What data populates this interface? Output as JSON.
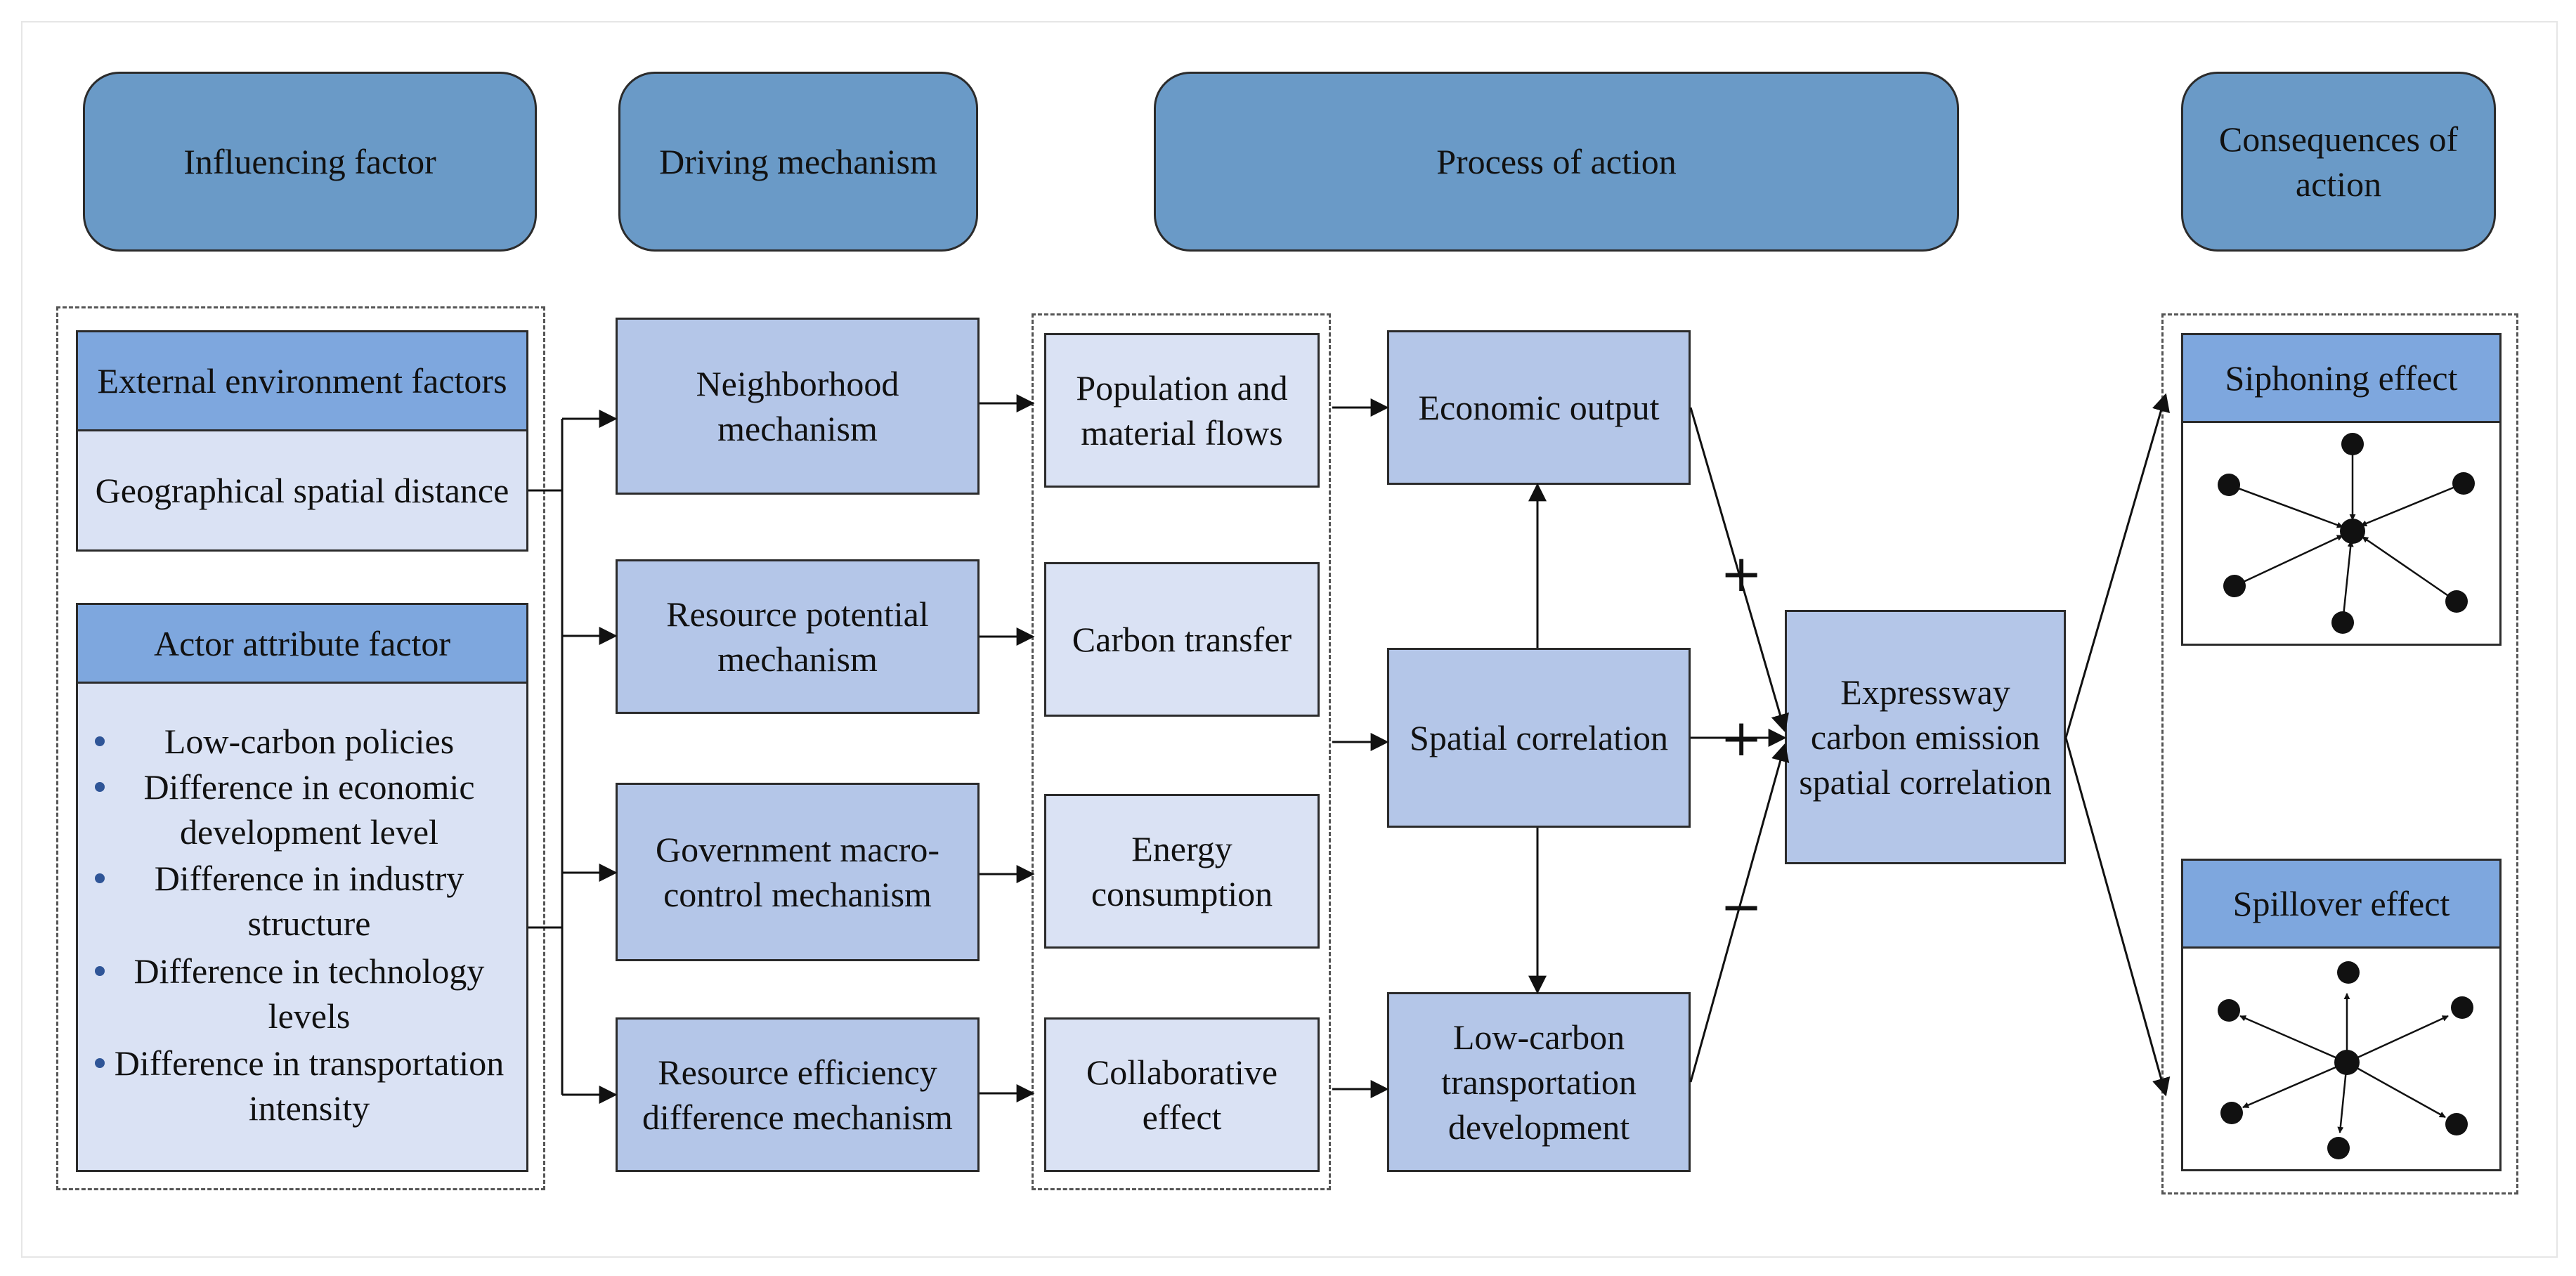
{
  "headers": {
    "influencing": "Influencing factor",
    "driving": "Driving mechanism",
    "process": "Process of action",
    "consequences": "Consequences of action"
  },
  "factors": {
    "external_title": "External environment factors",
    "external_item": "Geographical spatial distance",
    "actor_title": "Actor attribute factor",
    "actor_items": [
      "Low-carbon policies",
      "Difference in economic development level",
      "Difference in industry structure",
      "Difference in technology levels",
      "Difference in transportation intensity"
    ]
  },
  "mechanisms": [
    "Neighborhood mechanism",
    "Resource potential mechanism",
    "Government macro-control mechanism",
    "Resource efficiency difference mechanism"
  ],
  "flows": [
    "Population and material flows",
    "Carbon transfer",
    "Energy consumption",
    "Collaborative effect"
  ],
  "process": {
    "economic_output": "Economic output",
    "spatial_correlation": "Spatial correlation",
    "low_carbon": "Low-carbon transportation development",
    "result": "Expressway carbon emission spatial correlation"
  },
  "signs": {
    "plus_top": "+",
    "plus_mid": "+",
    "minus": "−"
  },
  "effects": {
    "siphoning": "Siphoning effect",
    "spillover": "Spillover effect"
  },
  "colors": {
    "header": "#6a9ac7",
    "title_fill": "#7ea7de",
    "medium_fill": "#b4c6e8",
    "light_fill": "#dae2f4",
    "bullet": "#2f5597"
  }
}
